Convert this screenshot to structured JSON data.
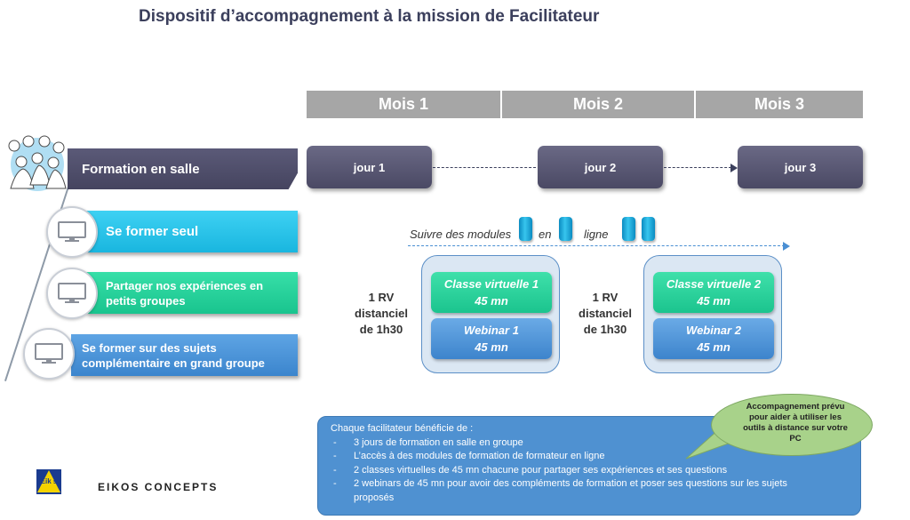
{
  "title": "Dispositif d’accompagnement à la mission de Facilitateur",
  "months": [
    "Mois 1",
    "Mois 2",
    "Mois 3"
  ],
  "rows": {
    "salle": "Formation en salle",
    "seul": "Se former seul",
    "partager": "Partager nos expériences en petits groupes",
    "grand": "Se former sur des sujets complémentaire en grand groupe"
  },
  "jours": [
    "jour 1",
    "jour 2",
    "jour 3"
  ],
  "modules": {
    "part1": "Suivre des modules",
    "part2": "en",
    "part3": "ligne"
  },
  "rv": {
    "line1": "1 RV",
    "line2": "distanciel",
    "line3": "de 1h30"
  },
  "groups": [
    {
      "classe": "Classe virtuelle 1",
      "classe_duree": "45 mn",
      "webinar": "Webinar 1",
      "webinar_duree": "45 mn"
    },
    {
      "classe": "Classe virtuelle 2",
      "classe_duree": "45 mn",
      "webinar": "Webinar 2",
      "webinar_duree": "45 mn"
    }
  ],
  "info": {
    "intro": "Chaque facilitateur bénéficie de :",
    "items": [
      "3 jours de formation en salle en groupe",
      "L’accès à des modules de formation de formateur en ligne",
      "2 classes virtuelles de 45 mn chacune pour partager ses expériences et ses questions",
      "2 webinars de 45 mn pour avoir des compléments de formation et poser ses questions sur les sujets proposés"
    ]
  },
  "callout": "Accompagnement prévu pour aider à utiliser les outils à distance sur votre PC",
  "logo": {
    "badge": "Eik s",
    "name": "EIKOS CONCEPTS"
  },
  "colors": {
    "dark": "#4a4964",
    "cyan": "#19b6df",
    "green": "#1bc48e",
    "blue": "#3d84cc",
    "month": "#a6a6a6"
  }
}
